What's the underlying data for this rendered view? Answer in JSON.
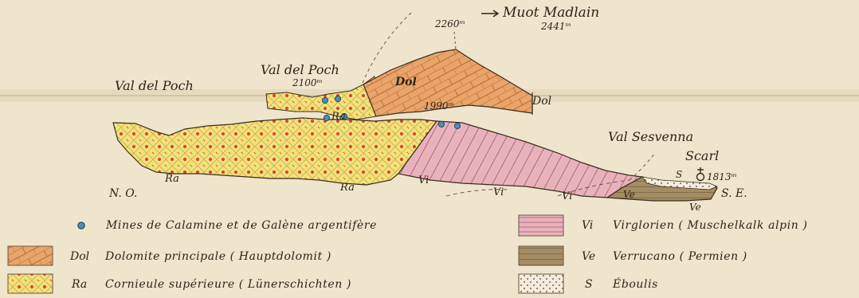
{
  "section": {
    "labels": {
      "muot_madlain": "Muot Madlain",
      "peak_elev_1": "2260ᵐ",
      "peak_elev_2": "2441ᵐ",
      "val_del_poch_left": "Val del Poch",
      "val_del_poch_mid": "Val del Poch",
      "elev_2100": "2100ᵐ",
      "elev_1990": "1990ᵐ",
      "val_sesvenna": "Val Sesvenna",
      "scarl": "Scarl",
      "elev_1813": "1813ᵐ",
      "no": "N. O.",
      "se": "S. E.",
      "dol_1": "Dol",
      "dol_2": "Dol",
      "ra_1": "Ra",
      "ra_2": "Ra",
      "ra_3": "Ra",
      "vi_1": "Vi",
      "vi_2": "Vi",
      "vi_3": "Vi",
      "ve_1": "Ve",
      "ve_2": "Ve",
      "s_1": "S"
    }
  },
  "legend": {
    "mines": {
      "text": "Mines de Calamine et de Galène argentifère"
    },
    "dol": {
      "abbr": "Dol",
      "text": "Dolomite principale ( Hauptdolomit )"
    },
    "ra": {
      "abbr": "Ra",
      "text": "Cornieule supérieure ( Lünerschichten )"
    },
    "vi": {
      "abbr": "Vi",
      "text": "Virglorien ( Muschelkalk alpin )"
    },
    "ve": {
      "abbr": "Ve",
      "text": "Verrucano ( Permien )"
    },
    "s": {
      "abbr": "S",
      "text": "Éboulis"
    }
  },
  "colors": {
    "paper": "#efe4cc",
    "dolomite": "#e9a46a",
    "cornieule": "#f2e27a",
    "cornieule_dots": "#d8453a",
    "virglorien": "#e8b2bc",
    "verrucano": "#a48c64",
    "eboulis": "#f3ecdc",
    "mines": "#4a8fb8"
  }
}
